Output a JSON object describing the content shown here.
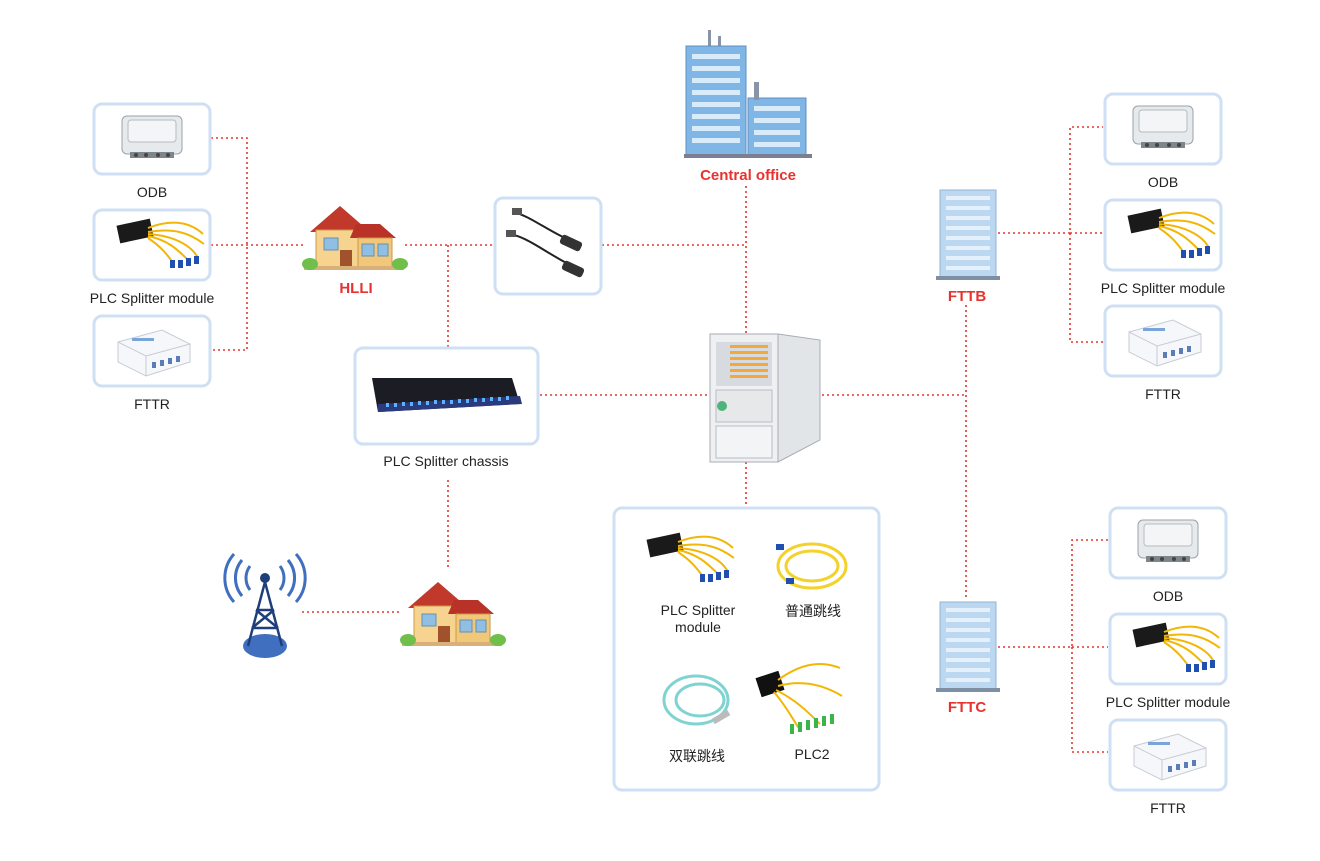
{
  "labels": {
    "central_office": "Central office",
    "hlli": "HLLI",
    "fttb": "FTTB",
    "fttc": "FTTC",
    "plc_chassis": "PLC Splitter chassis",
    "left_odb": "ODB",
    "left_plc": "PLC Splitter module",
    "left_fttr": "FTTR",
    "right1_odb": "ODB",
    "right1_plc": "PLC Splitter module",
    "right1_fttr": "FTTR",
    "right2_odb": "ODB",
    "right2_plc": "PLC Splitter module",
    "right2_fttr": "FTTR",
    "panel_plc_line1": "PLC Splitter",
    "panel_plc_line2": "module",
    "panel_patch": "普通跳线",
    "panel_duplex": "双联跳线",
    "panel_plc2": "PLC2"
  },
  "colors": {
    "accent_red": "#e8322f",
    "box_border": "#cfe0f4",
    "building_blue": "#7fb6e6"
  }
}
